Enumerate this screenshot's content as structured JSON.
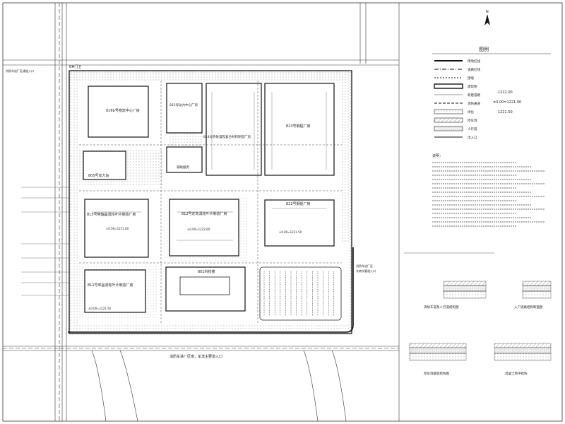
{
  "plan": {
    "gate_north": "8#门卫",
    "label_nw": "消防车进厂区通道入口",
    "label_east": "消防车进厂区\n东南次要道入口",
    "label_south": "消防车进厂区南，车流主要道入口",
    "buildings": [
      {
        "label": "816b号物流中心厂房"
      },
      {
        "label": "815号动力中心厂房"
      },
      {
        "label": "814号热处理及复合材料制造厂房"
      },
      {
        "label": "823号钢铝厂房"
      },
      {
        "label": "805号动力站"
      },
      {
        "label": "辅助服务"
      },
      {
        "label": "813号带轴晶涡轮叶片制造厂房"
      },
      {
        "label": "812号定向涡轮叶片制造厂房"
      },
      {
        "label": "822号钢铝厂房"
      },
      {
        "label": "811号单晶涡轮叶片制造厂房"
      },
      {
        "label": "801科技楼"
      }
    ],
    "elev_labels": [
      "±0.00=1221.00",
      "±0.00=1222.00",
      "±0.00=1221.50",
      "±0.00=1221.50"
    ],
    "parking_rows": 14
  },
  "legend": {
    "title": "图例",
    "items": [
      {
        "label": "用地红线"
      },
      {
        "label": "道路红线"
      },
      {
        "label": "围墙"
      },
      {
        "label": "建筑物"
      },
      {
        "label": "新建道路"
      },
      {
        "label": "消防通道"
      },
      {
        "label": "绿化"
      },
      {
        "label": "停车场"
      },
      {
        "label": "人行道"
      },
      {
        "label": "出入口"
      }
    ],
    "elevation_top": "1222.00",
    "elevation_mid": "±0.00=1221.00",
    "elevation_low": "1221.50"
  },
  "notes": {
    "title": "说明："
  },
  "details": [
    {
      "caption": "消防车道及人行道结构图"
    },
    {
      "caption": "入户道路结构断面图"
    },
    {
      "caption": "停车场铺装结构图"
    },
    {
      "caption": "混凝土地坪结构"
    }
  ],
  "compass": {
    "north": "N"
  }
}
